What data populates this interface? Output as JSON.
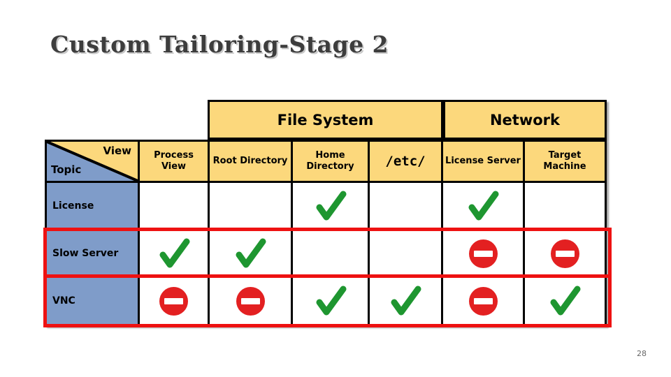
{
  "slide": {
    "title": "Custom Tailoring-Stage 2",
    "page_number": "28"
  },
  "table": {
    "corner": {
      "top_right_label": "View",
      "bottom_left_label": "Topic"
    },
    "groups": [
      {
        "label": "File System",
        "columns_spanned": 3
      },
      {
        "label": "Network",
        "columns_spanned": 2
      }
    ],
    "columns": [
      "Process View",
      "Root Directory",
      "Home Directory",
      "/etc/",
      "License Server",
      "Target Machine"
    ],
    "rows": [
      {
        "label": "License",
        "highlighted": false,
        "cells": [
          "",
          "",
          "check",
          "",
          "check",
          ""
        ]
      },
      {
        "label": "Slow Server",
        "highlighted": true,
        "cells": [
          "check",
          "check",
          "",
          "",
          "deny",
          "deny"
        ]
      },
      {
        "label": "VNC",
        "highlighted": true,
        "cells": [
          "deny",
          "deny",
          "check",
          "check",
          "deny",
          "check"
        ]
      }
    ]
  },
  "icons": {
    "check_name": "check-icon",
    "no_entry_name": "no-entry-icon"
  },
  "colors": {
    "header_yellow": "#fcd87c",
    "row_label_blue": "#7f9cc9",
    "check_green": "#1e9630",
    "no_entry_red": "#e32021",
    "highlight_red": "#ee1111",
    "border_black": "#000000",
    "title_gray": "#3d3d3d"
  }
}
